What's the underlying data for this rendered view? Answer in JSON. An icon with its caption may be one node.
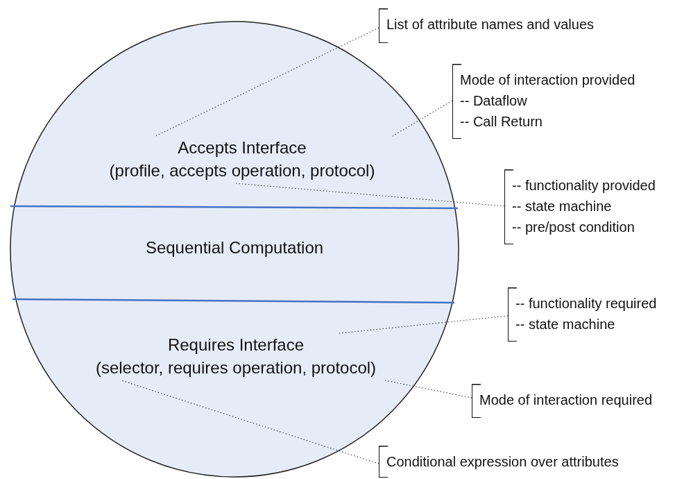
{
  "diagram": {
    "nodes": [
      {
        "text": [],
        "shape": "circle"
      },
      {
        "text": [
          "Accepts Interface",
          "(profile, accepts operation, protocol)"
        ],
        "in": 0
      },
      {
        "text": [
          "Sequential Computation"
        ],
        "in": 0
      },
      {
        "text": [
          "Requires Interface",
          "(selector, requires operation, protocol)"
        ],
        "in": 0
      },
      {
        "text": [
          "List of attribute names and values"
        ]
      },
      {
        "text": [
          "Mode of interaction provided",
          "-- Dataflow",
          "-- Call Return"
        ]
      },
      {
        "text": [
          "-- functionality provided",
          "-- state machine",
          "-- pre/post condition"
        ]
      },
      {
        "text": [
          "-- functionality required",
          "-- state machine"
        ]
      },
      {
        "text": [
          "Mode of interaction required"
        ]
      },
      {
        "text": [
          "Conditional expression over attributes"
        ]
      }
    ],
    "edges": [
      {
        "from": 4,
        "to": 1,
        "arrow": "none",
        "style": "dashed"
      },
      {
        "from": 5,
        "to": 1,
        "arrow": "none",
        "style": "dashed"
      },
      {
        "from": 6,
        "to": 1,
        "arrow": "none",
        "style": "dashed"
      },
      {
        "from": 7,
        "to": 3,
        "arrow": "none",
        "style": "dashed"
      },
      {
        "from": 8,
        "to": 3,
        "arrow": "none",
        "style": "dashed"
      },
      {
        "from": 9,
        "to": 3,
        "arrow": "none",
        "style": "dashed"
      }
    ]
  }
}
